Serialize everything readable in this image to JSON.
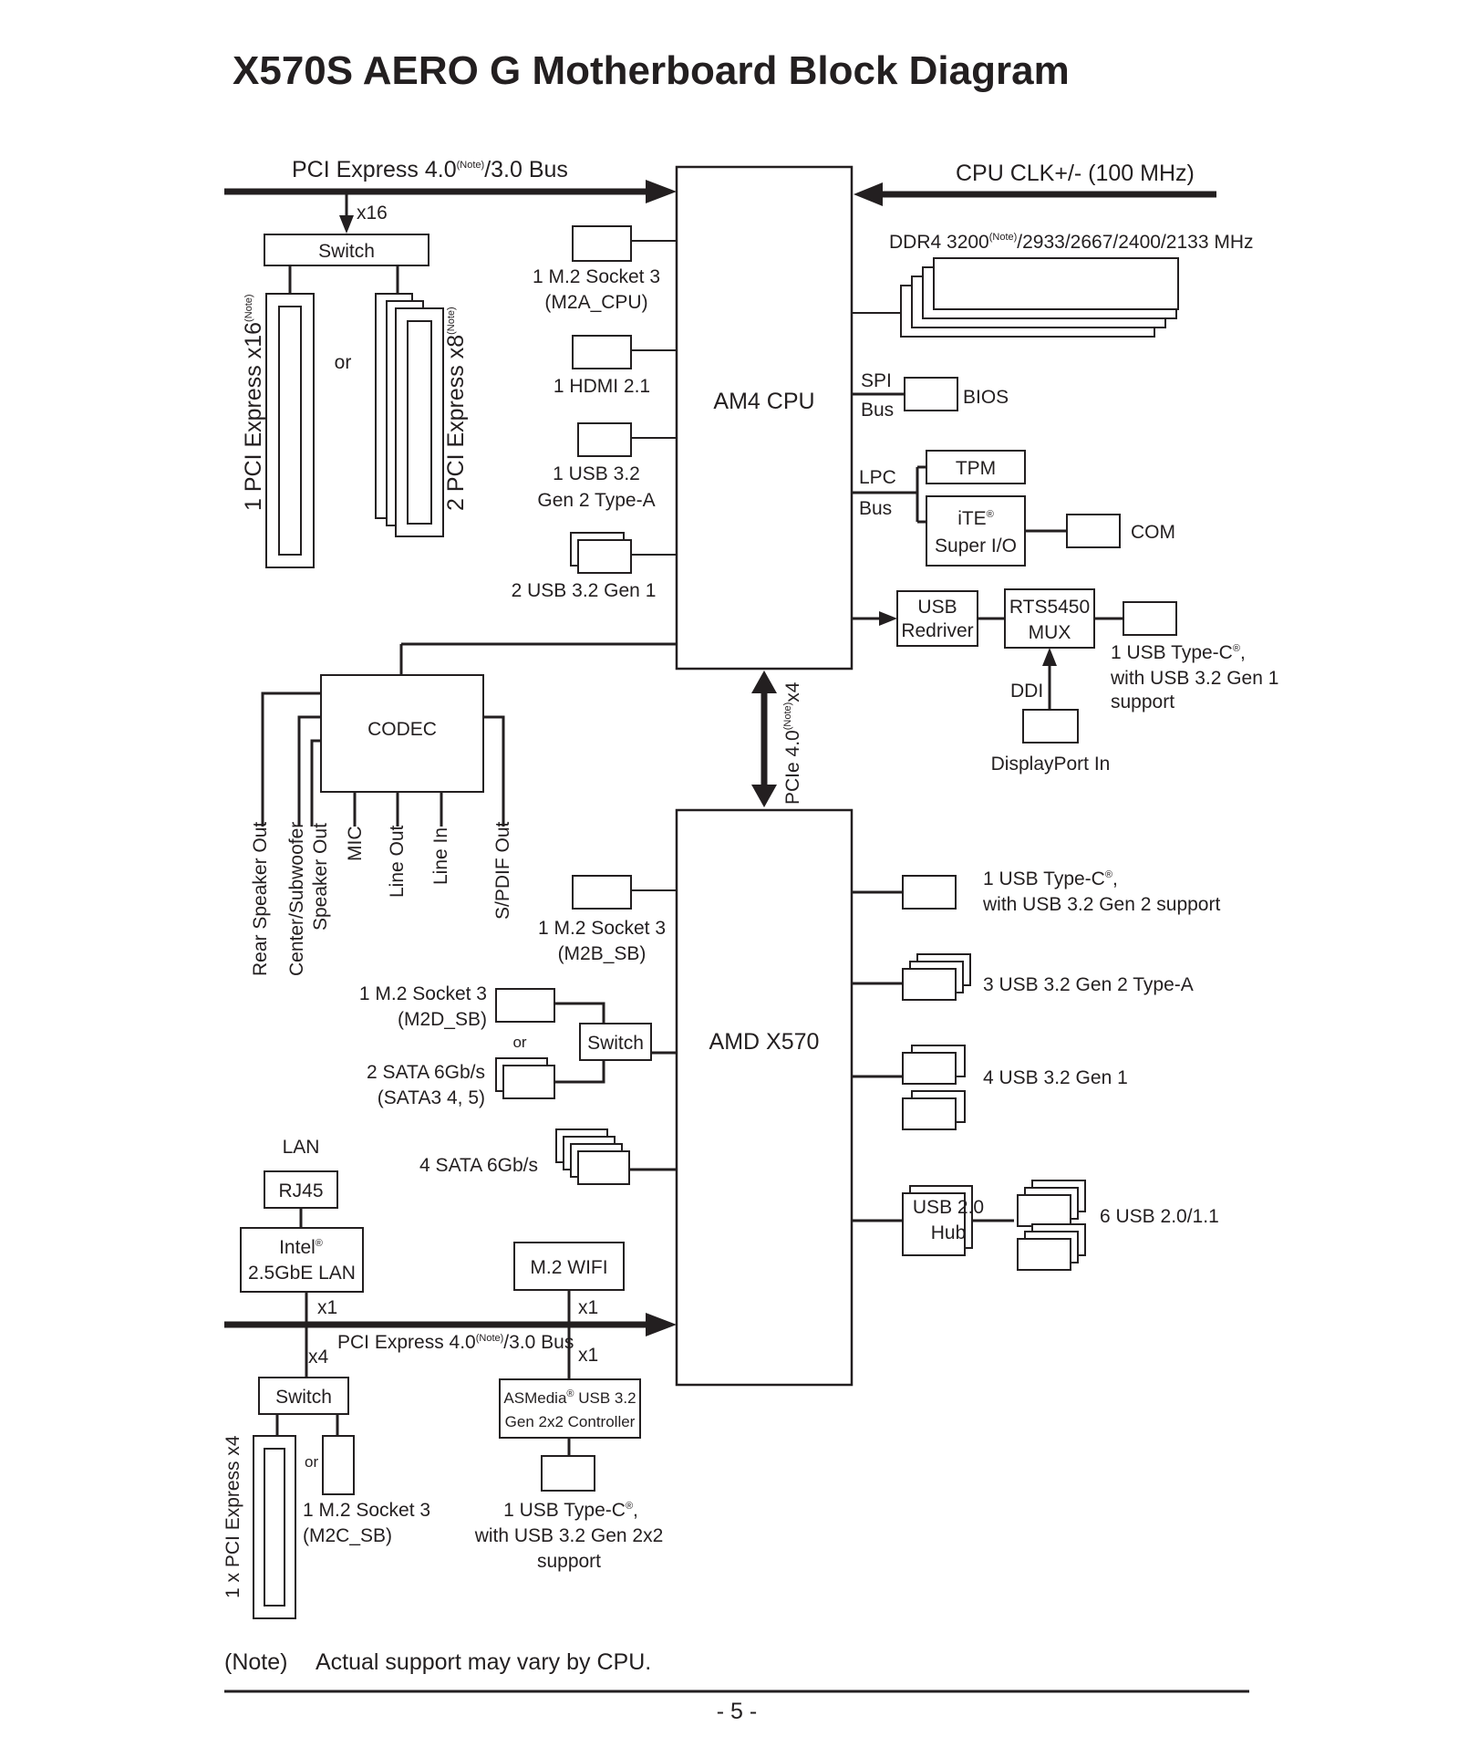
{
  "title": "X570S AERO G Motherboard Block Diagram",
  "note_marker": "(Note)",
  "top_bus": {
    "label_prefix": "PCI Express 4.0",
    "label_suffix": "/3.0 Bus",
    "lane": "x16",
    "switch": "Switch",
    "or": "or"
  },
  "pcie_slot_left": {
    "label": "1 PCI Express x16"
  },
  "pcie_slot_right": {
    "label": "2 PCI Express x8"
  },
  "cpu": {
    "label": "AM4 CPU",
    "clk": "CPU CLK+/- (100 MHz)",
    "ddr_prefix": "DDR4 3200",
    "ddr_suffix": "/2933/2667/2400/2133 MHz",
    "m2a_line1": "1 M.2 Socket 3",
    "m2a_line2": "(M2A_CPU)",
    "hdmi": "1 HDMI 2.1",
    "usb32g2_line1": "1 USB 3.2",
    "usb32g2_line2": "Gen 2 Type-A",
    "usb32g1": "2 USB 3.2 Gen 1",
    "spi": "SPI",
    "spi_bus": "Bus",
    "bios": "BIOS",
    "lpc": "LPC",
    "lpc_bus": "Bus",
    "tpm": "TPM",
    "ite_line1": "iTE",
    "ite_line2": "Super I/O",
    "com": "COM",
    "usb_redriver_line1": "USB",
    "usb_redriver_line2": "Redriver",
    "rts_line1": "RTS5450",
    "rts_line2": "MUX",
    "typec_line1": "1 USB Type-C",
    "typec_line2": "with USB 3.2 Gen 1",
    "typec_line3": "support",
    "ddi": "DDI",
    "dp_in": "DisplayPort In"
  },
  "link": {
    "label_prefix": "PCIe 4.0",
    "label_suffix": "x4"
  },
  "codec": {
    "label": "CODEC",
    "outputs": [
      "Rear Speaker Out",
      "Center/Subwoofer",
      "Speaker Out",
      "MIC",
      "Line Out",
      "Line In",
      "S/PDIF Out"
    ]
  },
  "chipset": {
    "label": "AMD X570",
    "m2b_line1": "1 M.2 Socket 3",
    "m2b_line2": "(M2B_SB)",
    "m2d_line1": "1 M.2 Socket 3",
    "m2d_line2": "(M2D_SB)",
    "or": "or",
    "switch": "Switch",
    "sata45_line1": "2 SATA 6Gb/s",
    "sata45_line2": "(SATA3 4, 5)",
    "sata4": "4 SATA 6Gb/s",
    "typec_line1": "1 USB Type-C",
    "typec_line2": "with USB 3.2 Gen 2 support",
    "usb32g2a": "3 USB 3.2 Gen 2 Type-A",
    "usb32g1": "4 USB 3.2 Gen 1",
    "hub_line1": "USB 2.0",
    "hub_line2": "Hub",
    "usb20": "6 USB 2.0/1.1"
  },
  "bottom": {
    "lan": "LAN",
    "rj45": "RJ45",
    "intel_line1": "Intel",
    "intel_line2": "2.5GbE LAN",
    "x1_lan": "x1",
    "wifi": "M.2 WIFI",
    "x1_wifi": "x1",
    "bus_prefix": "PCI Express 4.0",
    "bus_suffix": "/3.0 Bus",
    "x4": "x4",
    "x1_asm": "x1",
    "switch": "Switch",
    "asm_line1": "ASMedia",
    "asm_line1b": " USB 3.2",
    "asm_line2": "Gen 2x2 Controller",
    "slot_label": "1 x PCI Express x4",
    "or": "or",
    "m2c_line1": "1 M.2 Socket 3",
    "m2c_line2": "(M2C_SB)",
    "typec_line1": "1 USB Type-C",
    "typec_line2": "with USB 3.2 Gen 2x2",
    "typec_line3": "support"
  },
  "footer": {
    "note": "(Note)",
    "note_text": "Actual support may vary by CPU.",
    "page": "- 5 -"
  },
  "registered": "®",
  "comma": ","
}
